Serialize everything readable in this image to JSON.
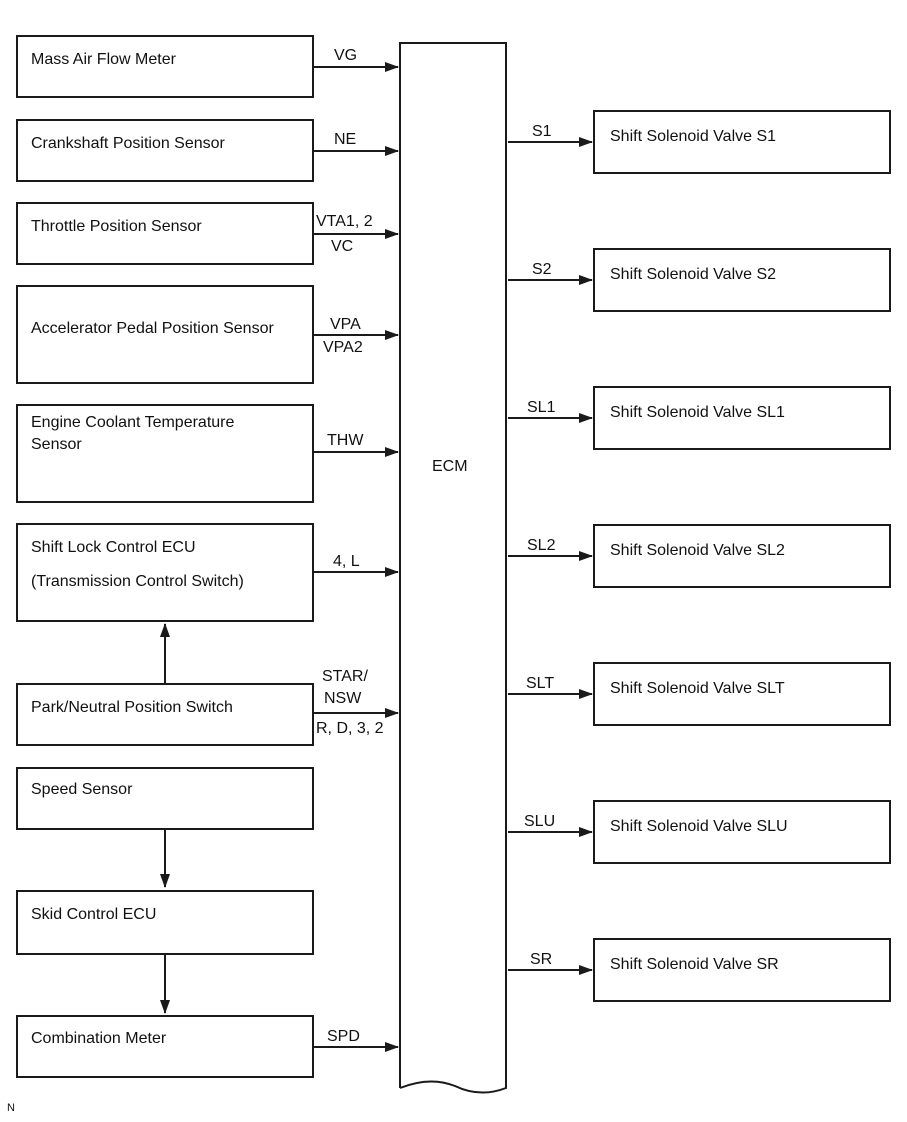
{
  "ecm": {
    "label": "ECM"
  },
  "inputs": {
    "maf": {
      "label": "Mass Air Flow Meter",
      "signal": "VG"
    },
    "crank": {
      "label": "Crankshaft Position Sensor",
      "signal": "NE"
    },
    "throttle": {
      "label": "Throttle Position Sensor",
      "signal_1": "VTA1, 2",
      "signal_2": "VC"
    },
    "accel": {
      "label": "Accelerator Pedal Position Sensor",
      "signal_1": "VPA",
      "signal_2": "VPA2"
    },
    "coolant": {
      "label_1": "Engine Coolant Temperature",
      "label_2": "Sensor",
      "signal": "THW"
    },
    "shift_lock": {
      "label_1": "Shift Lock Control ECU",
      "label_2": "(Transmission Control Switch)",
      "signal": "4, L"
    },
    "park_neutral": {
      "label": "Park/Neutral Position Switch",
      "signal_1": "STAR/",
      "signal_2": "NSW",
      "signal_3": "R, D, 3, 2"
    },
    "speed_sensor": {
      "label": "Speed Sensor"
    },
    "skid": {
      "label": "Skid Control ECU"
    },
    "combo": {
      "label": "Combination Meter",
      "signal": "SPD"
    }
  },
  "outputs": [
    {
      "signal": "S1",
      "label": "Shift Solenoid Valve S1"
    },
    {
      "signal": "S2",
      "label": "Shift Solenoid Valve S2"
    },
    {
      "signal": "SL1",
      "label": "Shift Solenoid Valve SL1"
    },
    {
      "signal": "SL2",
      "label": "Shift Solenoid Valve SL2"
    },
    {
      "signal": "SLT",
      "label": "Shift Solenoid Valve SLT"
    },
    {
      "signal": "SLU",
      "label": "Shift Solenoid Valve SLU"
    },
    {
      "signal": "SR",
      "label": "Shift Solenoid Valve SR"
    }
  ],
  "corner_mark": "N"
}
